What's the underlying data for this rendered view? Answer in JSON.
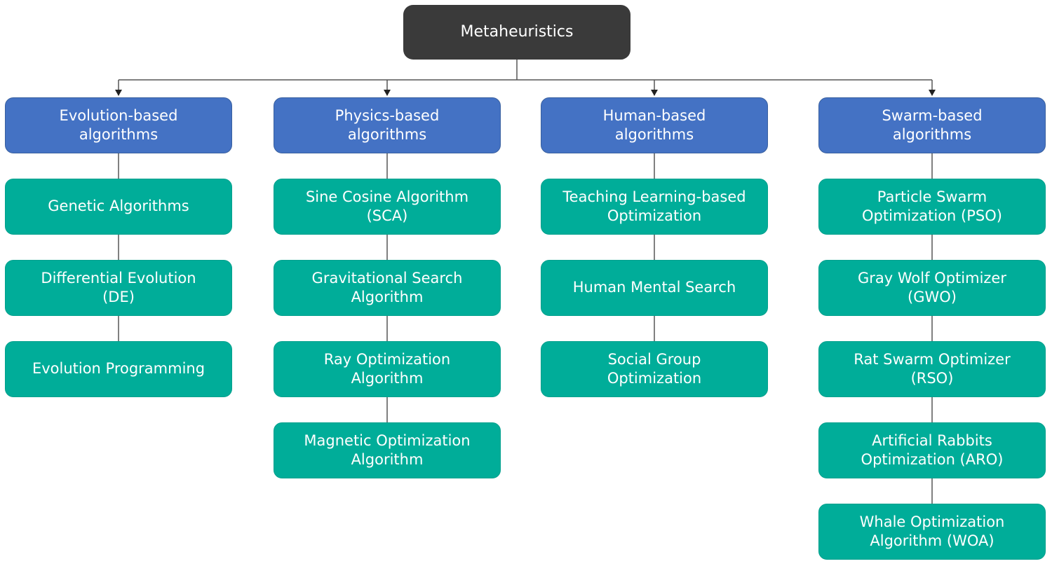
{
  "root": {
    "label": "Metaheuristics"
  },
  "columns": [
    {
      "category": "Evolution-based\nalgorithms",
      "items": [
        "Genetic Algorithms",
        "Differential Evolution\n(DE)",
        "Evolution Programming"
      ]
    },
    {
      "category": "Physics-based\nalgorithms",
      "items": [
        "Sine Cosine Algorithm\n(SCA)",
        "Gravitational Search\nAlgorithm",
        "Ray Optimization\nAlgorithm",
        "Magnetic Optimization\nAlgorithm"
      ]
    },
    {
      "category": "Human-based\nalgorithms",
      "items": [
        "Teaching Learning-based\nOptimization",
        "Human Mental Search",
        "Social Group\nOptimization"
      ]
    },
    {
      "category": "Swarm-based\nalgorithms",
      "items": [
        "Particle Swarm\nOptimization (PSO)",
        "Gray Wolf Optimizer\n(GWO)",
        "Rat Swarm Optimizer\n(RSO)",
        "Artificial Rabbits\nOptimization (ARO)",
        "Whale Optimization\nAlgorithm (WOA)"
      ]
    }
  ],
  "colors": {
    "root_fill": "#3a3a3a",
    "category_fill": "#4472c4",
    "item_fill": "#00ad99",
    "connector": "#555555"
  }
}
